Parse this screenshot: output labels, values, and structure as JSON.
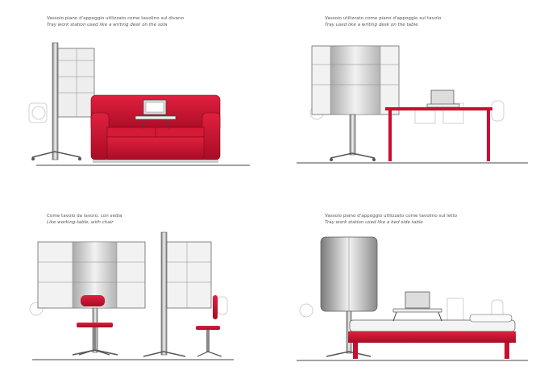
{
  "panels": [
    {
      "caption_it": "Vassoio piano d'appoggio utilizzato come tavolino sul divano",
      "caption_en": "Tray work station used like a writing desk on the sofa"
    },
    {
      "caption_it": "Vassoio utilizzato come piano d'appoggio sul tavolo",
      "caption_en": "Tray used like a writing desk on the table"
    },
    {
      "caption_it": "Come tavolo da lavoro, con sedia",
      "caption_en": "Like working-table, with chair"
    },
    {
      "caption_it": "Vassoio piano d'appoggio utilizzato come tavolino sul letto",
      "caption_en": "Tray work station used like a bed side table"
    }
  ],
  "colors": {
    "accent": "#c8102e",
    "metal": "#9a9a9a",
    "line": "#444444",
    "ghost": "#d0d0d0"
  }
}
